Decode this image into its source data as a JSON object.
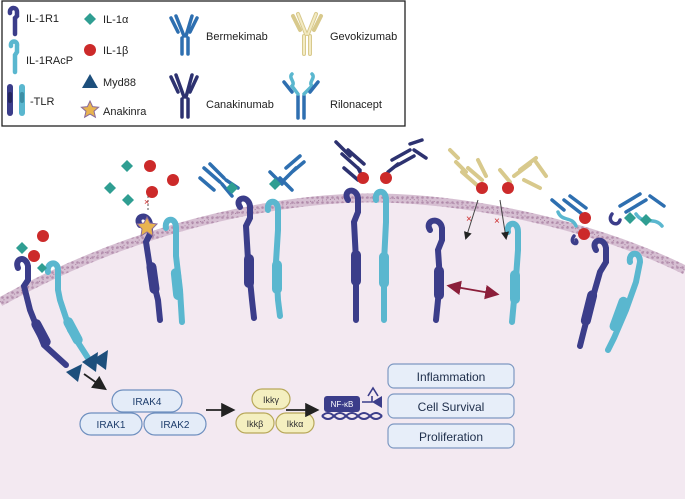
{
  "legend": {
    "il1r1": "IL-1R1",
    "il1racp": "IL-1RAcP",
    "tlr": "-TLR",
    "il1a": "IL-1α",
    "il1b": "IL-1β",
    "myd88": "Myd88",
    "anakinra": "Anakinra",
    "bermekimab": "Bermekimab",
    "canakinumab": "Canakinumab",
    "gevokizumab": "Gevokizumab",
    "rilonacept": "Rilonacept"
  },
  "pathway": {
    "irak4": "IRAK4",
    "irak1": "IRAK1",
    "irak2": "IRAK2",
    "ikkg": "Ikkγ",
    "ikkb": "Ikkβ",
    "ikka": "Ikkα",
    "nfkb": "NF-κB"
  },
  "outcomes": {
    "inflammation": "Inflammation",
    "cell_survival": "Cell Survival",
    "proliferation": "Proliferation"
  },
  "colors": {
    "il1r1": "#3b3d8a",
    "il1racp": "#5ab7cf",
    "il1a": "#2f9e92",
    "il1b": "#cc2a2a",
    "myd88": "#1d4f7c",
    "anakinra": "#e8b450",
    "bermekimab": "#2e6fb0",
    "canakinumab": "#2d3270",
    "gevokizumab": "#efe4b2",
    "membrane": "#c8a8c2",
    "cytoplasm": "#f3e9f1",
    "outcome_box": "#e7eef9",
    "irak_box": "#e4ecf8",
    "ikk_box": "#f4efc0"
  }
}
